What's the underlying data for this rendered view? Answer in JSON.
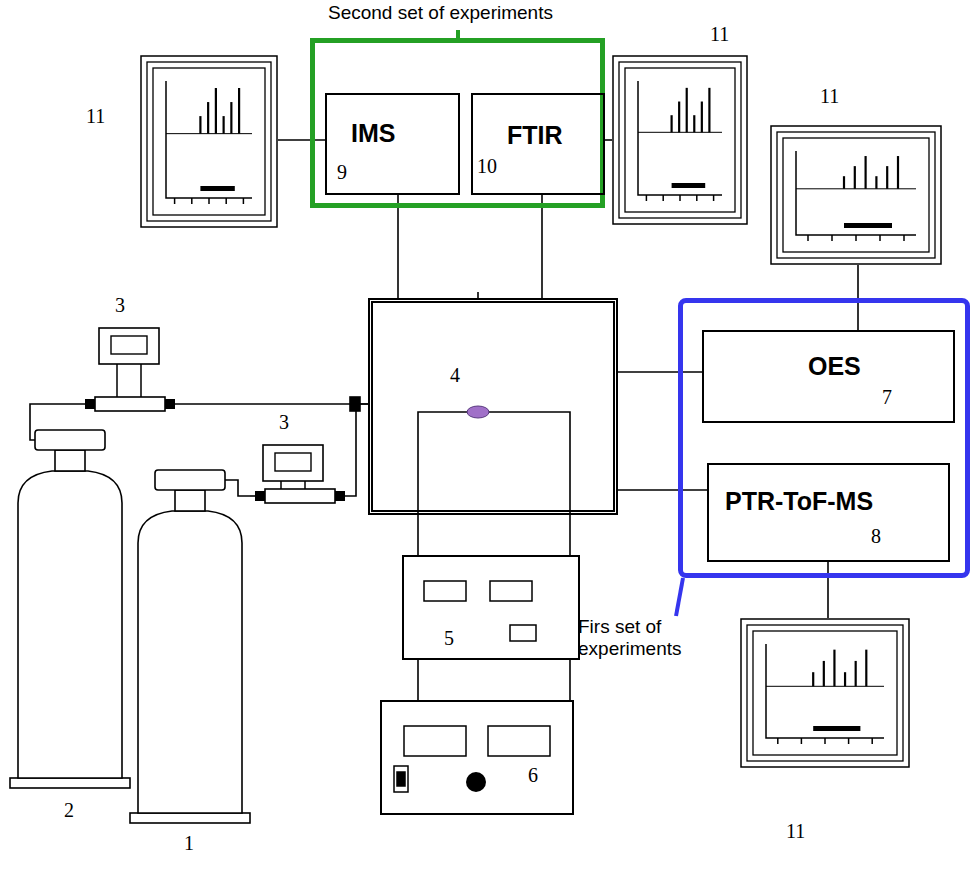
{
  "diagram": {
    "nodes": [
      {
        "text": [
          "Second set of experiments"
        ]
      },
      {
        "text": [
          "IMS",
          "9"
        ],
        "in": 0
      },
      {
        "text": [
          "FTIR",
          "10"
        ],
        "in": 0
      },
      {
        "text": [
          "11"
        ]
      },
      {
        "text": [
          "11"
        ]
      },
      {
        "text": [
          "11"
        ]
      },
      {
        "text": [
          "4"
        ]
      },
      {
        "text": [
          "Firs set of experiments"
        ]
      },
      {
        "text": [
          "OES",
          "7"
        ],
        "in": 7
      },
      {
        "text": [
          "PTR-ToF-MS",
          "8"
        ],
        "in": 7
      },
      {
        "text": [
          "3"
        ]
      },
      {
        "text": [
          "3"
        ]
      },
      {
        "text": [
          "5"
        ]
      },
      {
        "text": [
          "6"
        ]
      },
      {
        "text": [
          "2"
        ]
      },
      {
        "text": [
          "1"
        ]
      },
      {
        "text": [
          "11"
        ]
      }
    ],
    "edges": [
      {
        "from": 1,
        "to": 3,
        "arrow": "none"
      },
      {
        "from": 2,
        "to": 4,
        "arrow": "none"
      },
      {
        "from": 1,
        "to": 6,
        "arrow": "none"
      },
      {
        "from": 2,
        "to": 6,
        "arrow": "none"
      },
      {
        "from": 6,
        "to": 8,
        "arrow": "none"
      },
      {
        "from": 6,
        "to": 9,
        "arrow": "none"
      },
      {
        "from": 8,
        "to": 5,
        "arrow": "none"
      },
      {
        "from": 9,
        "to": 16,
        "arrow": "none"
      },
      {
        "from": 14,
        "to": 10,
        "arrow": "none"
      },
      {
        "from": 10,
        "to": 6,
        "arrow": "none"
      },
      {
        "from": 15,
        "to": 11,
        "arrow": "none"
      },
      {
        "from": 11,
        "to": 6,
        "arrow": "none"
      },
      {
        "from": 6,
        "to": 12,
        "arrow": "none"
      },
      {
        "from": 12,
        "to": 13,
        "arrow": "none"
      }
    ]
  }
}
